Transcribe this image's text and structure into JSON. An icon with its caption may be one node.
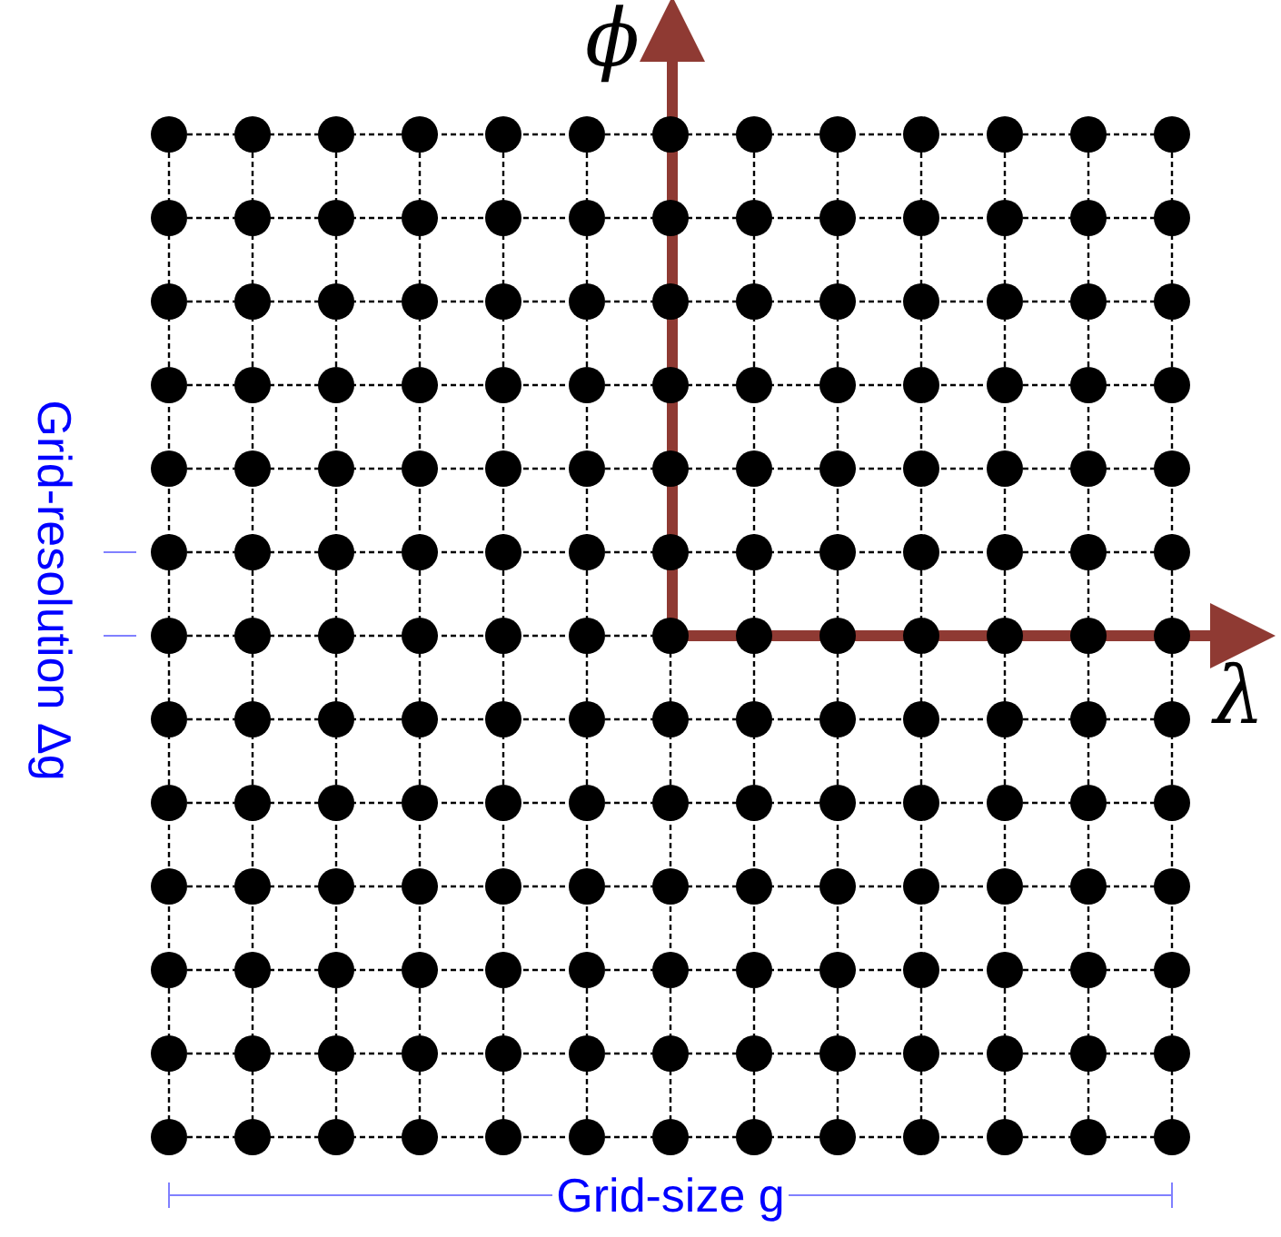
{
  "diagram": {
    "labels": [
      "ϕ",
      "λ",
      "Grid-resolution Δg",
      "Grid-size g"
    ]
  }
}
